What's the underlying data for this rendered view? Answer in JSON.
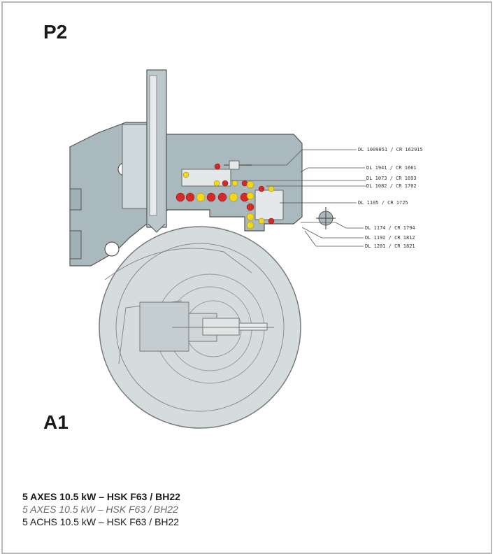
{
  "labels": {
    "top": "P2",
    "bottom": "A1"
  },
  "callouts": [
    "DL 1009051 / CR 162915",
    "DL 1941 / CR 1661",
    "DL 1073 / CR 1693",
    "DL 1082 / CR 1702",
    "DL 1105 / CR 1725",
    "DL 1174 / CR 1794",
    "DL 1192 / CR 1812",
    "DL 1201 / CR 1821"
  ],
  "captions": {
    "line1": "5 AXES 10.5 kW – HSK F63 / BH22",
    "line2": "5 AXES 10.5 kW – HSK F63 / BH22",
    "line3": "5 ACHS 10.5 kW – HSK F63 / BH22"
  },
  "colors": {
    "housing": "#a9b9bd",
    "housing_dark": "#8fa3a8",
    "bearing_red": "#d42a2a",
    "bearing_yellow": "#f2d71c",
    "outline": "#555555"
  }
}
